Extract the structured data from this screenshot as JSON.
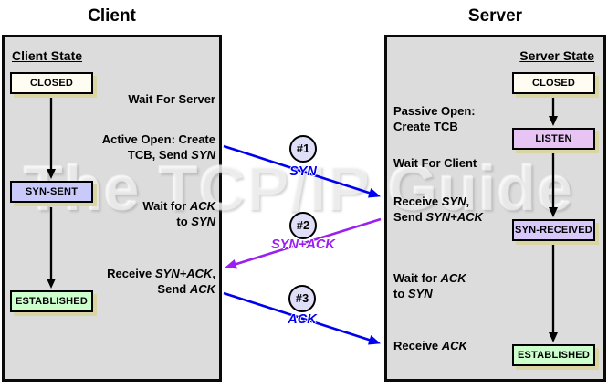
{
  "watermark": "The TCP/IP Guide",
  "client": {
    "title": "Client",
    "state_header": "Client State",
    "states": [
      {
        "label": "CLOSED",
        "color": "#fffdf2"
      },
      {
        "label": "SYN-SENT",
        "color": "#c9c9fa"
      },
      {
        "label": "ESTABLISHED",
        "color": "#ccffcc"
      }
    ],
    "notes": {
      "wait_server": "Wait For Server",
      "active_open_1": "Active Open: Create",
      "active_open_2a": "TCB, Send ",
      "active_open_2b": "SYN",
      "wait_ack_1a": "Wait for ",
      "wait_ack_1b": "ACK",
      "wait_ack_2a": "to ",
      "wait_ack_2b": "SYN",
      "receive_1a": "Receive ",
      "receive_1b": "SYN+ACK",
      "receive_1c": ",",
      "receive_2a": "Send ",
      "receive_2b": "ACK"
    }
  },
  "server": {
    "title": "Server",
    "state_header": "Server State",
    "states": [
      {
        "label": "CLOSED",
        "color": "#fffdf2"
      },
      {
        "label": "LISTEN",
        "color": "#e8c4f4"
      },
      {
        "label": "SYN-RECEIVED",
        "color": "#d9c9fa"
      },
      {
        "label": "ESTABLISHED",
        "color": "#ccffcc"
      }
    ],
    "notes": {
      "passive_open_1": "Passive Open:",
      "passive_open_2": "Create TCB",
      "wait_client": "Wait For Client",
      "receive_syn_1a": "Receive ",
      "receive_syn_1b": "SYN",
      "receive_syn_1c": ",",
      "receive_syn_2a": "Send ",
      "receive_syn_2b": "SYN+ACK",
      "wait_ack_1a": "Wait for ",
      "wait_ack_1b": "ACK",
      "wait_ack_2a": "to ",
      "wait_ack_2b": "SYN",
      "receive_ack_a": "Receive ",
      "receive_ack_b": "ACK"
    }
  },
  "messages": [
    {
      "number": "#1",
      "label": "SYN",
      "color": "#0000f0"
    },
    {
      "number": "#2",
      "label": "SYN+ACK",
      "color": "#9a1ff0"
    },
    {
      "number": "#3",
      "label": "ACK",
      "color": "#0000f0"
    }
  ],
  "colors": {
    "arrow_black": "#000000",
    "panel_bg": "#dcdcdc",
    "box_shadow": "#d9d6a3"
  }
}
